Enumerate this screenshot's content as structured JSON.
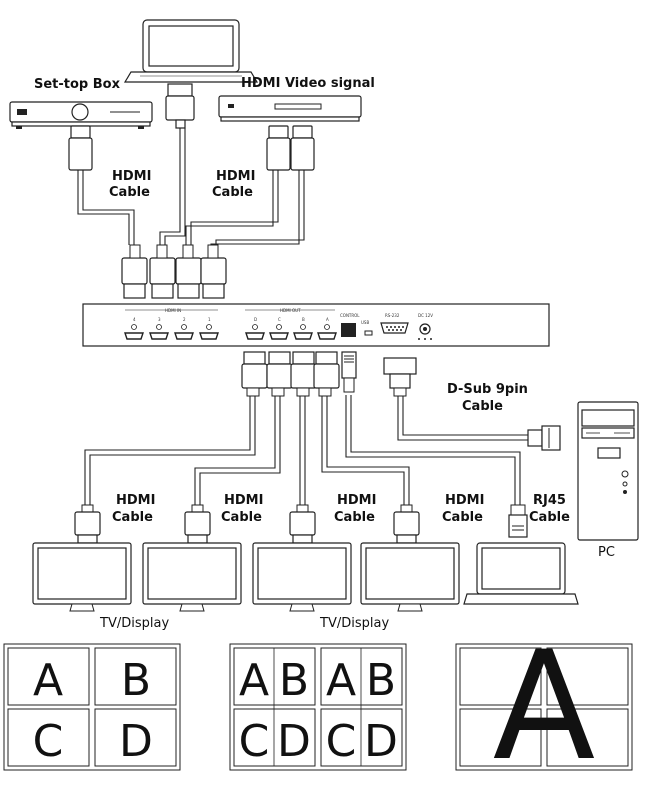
{
  "devices": {
    "settop_box": "Set-top Box",
    "hdmi_source": "HDMI Video signal",
    "pc": "PC"
  },
  "cables": {
    "hdmi_line1": "HDMI",
    "hdmi_line2": "Cable",
    "dsub_line1": "D-Sub 9pin",
    "dsub_line2": "Cable",
    "rj45_line1": "RJ45",
    "rj45_line2": "Cable"
  },
  "displays": {
    "group_left": "TV/Display",
    "group_right": "TV/Display"
  },
  "matrix_panel": {
    "hdmi_in_label": "HDMI IN",
    "hdmi_out_label": "HDMI OUT",
    "control_label": "CONTROL",
    "usb_label": "USB",
    "rs232_label": "RS-232",
    "dc_label": "DC 12V",
    "in_ports": [
      "4",
      "3",
      "2",
      "1"
    ],
    "out_ports": [
      "D",
      "C",
      "B",
      "A"
    ]
  },
  "layouts": {
    "quad": [
      "A",
      "B",
      "C",
      "D"
    ],
    "split": [
      "A",
      "B",
      "A",
      "B",
      "C",
      "D",
      "C",
      "D"
    ],
    "wall": "A"
  }
}
